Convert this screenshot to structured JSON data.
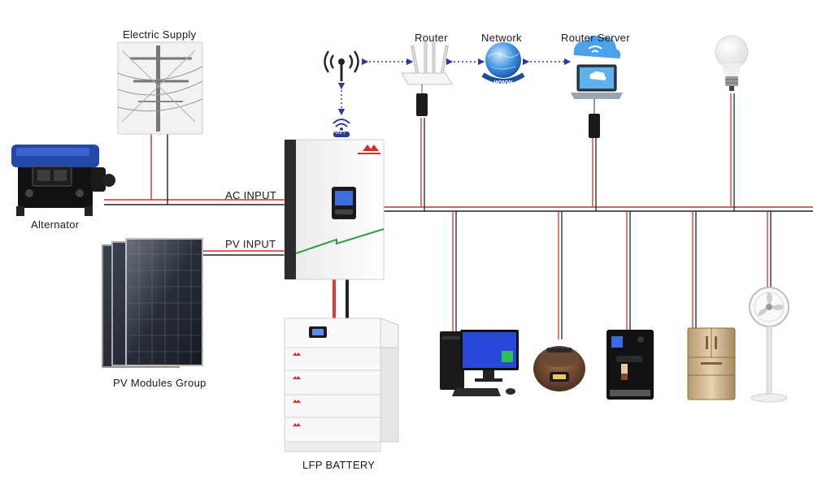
{
  "labels": {
    "electric_supply": "Electric  Supply",
    "router": "Router",
    "network": "Network",
    "router_server": "Router  Server",
    "ac_input": "AC INPUT",
    "pv_input": "PV INPUT",
    "alternator": "Alternator",
    "pv_modules": "PV Modules Group",
    "battery": "LFP BATTERY",
    "wifi_badge": "WiFi"
  },
  "colors": {
    "ac_wire": "#d32f2f",
    "dc_red": "#e53935",
    "neutral_wire": "#222222",
    "link_arrow": "#2b3a9b",
    "inverter_green": "#2e9d4a",
    "brand_red": "#d32f2f"
  },
  "icons": {
    "generator": "generator-icon",
    "utility_pole": "utility-pole-icon",
    "solar_panel": "solar-panel-icon",
    "inverter": "inverter-icon",
    "battery": "battery-stack-icon",
    "antenna": "antenna-icon",
    "router": "router-icon",
    "globe": "globe-icon",
    "laptop": "laptop-icon",
    "bulb": "light-bulb-icon",
    "computer": "desktop-computer-icon",
    "rice_cooker": "rice-cooker-icon",
    "coffee_machine": "coffee-machine-icon",
    "fridge": "refrigerator-icon",
    "fan": "standing-fan-icon"
  }
}
